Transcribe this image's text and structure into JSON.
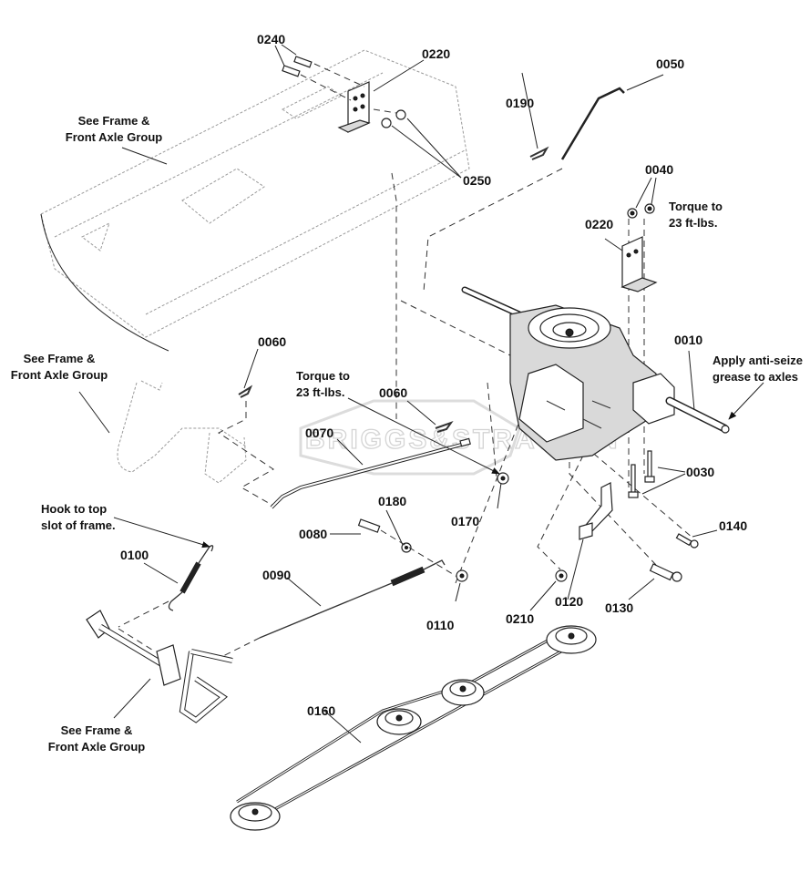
{
  "diagram": {
    "type": "exploded-parts-diagram",
    "watermark": "BRIGGS&STRATTON",
    "callouts": [
      {
        "id": "0010",
        "part": "transaxle"
      },
      {
        "id": "0030",
        "part": "bolts"
      },
      {
        "id": "0040",
        "part": "nuts"
      },
      {
        "id": "0050",
        "part": "rod"
      },
      {
        "id": "0060a",
        "label": "0060",
        "part": "hairpin-clip"
      },
      {
        "id": "0060b",
        "label": "0060",
        "part": "hairpin-clip"
      },
      {
        "id": "0070",
        "part": "shift-rod"
      },
      {
        "id": "0080",
        "part": "bolt"
      },
      {
        "id": "0090",
        "part": "spring-rod"
      },
      {
        "id": "0100",
        "part": "extension-spring"
      },
      {
        "id": "0110",
        "part": "spacer"
      },
      {
        "id": "0120",
        "part": "bracket"
      },
      {
        "id": "0130",
        "part": "bolt"
      },
      {
        "id": "0140",
        "part": "bolt"
      },
      {
        "id": "0160",
        "part": "drive-belt"
      },
      {
        "id": "0170",
        "part": "nut"
      },
      {
        "id": "0180",
        "part": "washer"
      },
      {
        "id": "0190",
        "part": "clip"
      },
      {
        "id": "0210",
        "part": "nut"
      },
      {
        "id": "0220a",
        "label": "0220",
        "part": "mounting-bracket"
      },
      {
        "id": "0220b",
        "label": "0220",
        "part": "mounting-bracket"
      },
      {
        "id": "0240",
        "part": "bolts"
      },
      {
        "id": "0250",
        "part": "nuts"
      }
    ],
    "labels": {
      "c0010": "0010",
      "c0030": "0030",
      "c0040": "0040",
      "c0050": "0050",
      "c0060a": "0060",
      "c0060b": "0060",
      "c0070": "0070",
      "c0080": "0080",
      "c0090": "0090",
      "c0100": "0100",
      "c0110": "0110",
      "c0120": "0120",
      "c0130": "0130",
      "c0140": "0140",
      "c0160": "0160",
      "c0170": "0170",
      "c0180": "0180",
      "c0190": "0190",
      "c0210": "0210",
      "c0220a": "0220",
      "c0220b": "0220",
      "c0240": "0240",
      "c0250": "0250"
    },
    "notes": {
      "see_frame_1": [
        "See Frame &",
        "Front Axle Group"
      ],
      "see_frame_2": [
        "See Frame &",
        "Front Axle Group"
      ],
      "see_frame_3": [
        "See Frame &",
        "Front Axle Group"
      ],
      "torque_1": [
        "Torque to",
        "23 ft-lbs."
      ],
      "torque_2": [
        "Torque to",
        "23 ft-lbs."
      ],
      "hook": [
        "Hook to top",
        "slot of frame."
      ],
      "anti_seize": [
        "Apply anti-seize",
        "grease to axles"
      ]
    }
  }
}
